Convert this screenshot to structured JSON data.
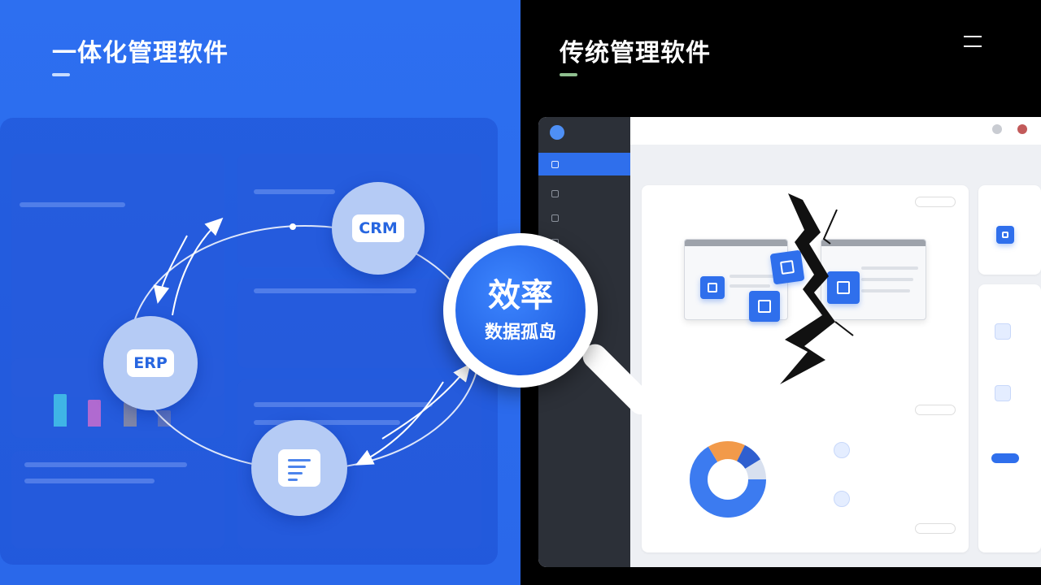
{
  "left_panel": {
    "title": "一体化管理软件",
    "nodes": {
      "crm": "CRM",
      "erp": "ERP",
      "docs": "document-lines-icon"
    }
  },
  "right_panel": {
    "title": "传统管理软件"
  },
  "magnifier": {
    "main": "效率",
    "sub": "数据孤岛"
  },
  "colors": {
    "left_bg": "#2d6ff0",
    "right_bg": "#000000",
    "accent": "#2f6fec",
    "orange": "#f29a4a"
  }
}
